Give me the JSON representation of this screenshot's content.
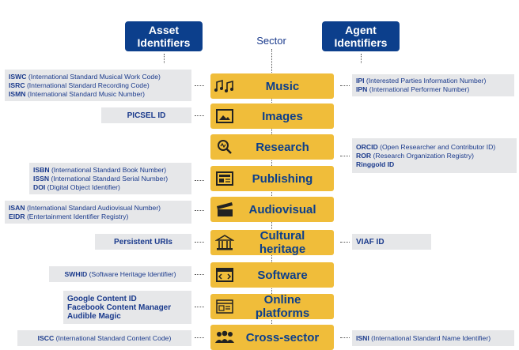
{
  "headers": {
    "asset": "Asset Identifiers",
    "asset_line1": "Asset",
    "asset_line2": "Identifiers",
    "sector": "Sector",
    "agent_line1": "Agent",
    "agent_line2": "Identifiers"
  },
  "sectors": [
    {
      "label": "Music",
      "icon": "music-notes-icon"
    },
    {
      "label": "Images",
      "icon": "picture-icon"
    },
    {
      "label": "Research",
      "icon": "magnifier-icon"
    },
    {
      "label": "Publishing",
      "icon": "newspaper-icon"
    },
    {
      "label": "Audiovisual",
      "icon": "clapperboard-icon"
    },
    {
      "label": "Cultural heritage",
      "icon": "museum-icon"
    },
    {
      "label": "Software",
      "icon": "code-window-icon"
    },
    {
      "label": "Online platforms",
      "icon": "browser-window-icon"
    },
    {
      "label": "Cross-sector",
      "icon": "people-group-icon"
    }
  ],
  "asset_identifiers": {
    "music": [
      {
        "code": "ISWC",
        "desc": "(International Standard Musical Work Code)"
      },
      {
        "code": "ISRC",
        "desc": "(International Standard Recording Code)"
      },
      {
        "code": "ISMN",
        "desc": "(International Standard Music Number)"
      }
    ],
    "images": [
      {
        "code": "PICSEL ID",
        "desc": ""
      }
    ],
    "publishing": [
      {
        "code": "ISBN",
        "desc": "(International Standard Book Number)"
      },
      {
        "code": "ISSN",
        "desc": "(International Standard Serial Number)"
      },
      {
        "code": "DOI",
        "desc": "(Digital Object Identifier)"
      }
    ],
    "audiovisual": [
      {
        "code": "ISAN",
        "desc": "(International Standard Audiovisual Number)"
      },
      {
        "code": "EIDR",
        "desc": "(Entertainment Identifier Registry)"
      }
    ],
    "cultural_heritage": [
      {
        "code": "Persistent URIs",
        "desc": ""
      }
    ],
    "software": [
      {
        "code": "SWHID",
        "desc": "(Software Heritage Identifier)"
      }
    ],
    "online_platforms": [
      {
        "code": "Google Content ID",
        "desc": ""
      },
      {
        "code": "Facebook Content Manager",
        "desc": ""
      },
      {
        "code": "Audible Magic",
        "desc": ""
      }
    ],
    "cross_sector": [
      {
        "code": "ISCC",
        "desc": "(International Standard Content Code)"
      }
    ]
  },
  "agent_identifiers": {
    "music": [
      {
        "code": "IPI",
        "desc": "(Interested Parties Information Number)"
      },
      {
        "code": "IPN",
        "desc": "(International Performer Number)"
      }
    ],
    "research": [
      {
        "code": "ORCID",
        "desc": "(Open Researcher and Contributor ID)"
      },
      {
        "code": "ROR",
        "desc": "(Research Organization Registry)"
      },
      {
        "code": "Ringgold ID",
        "desc": ""
      }
    ],
    "cultural_heritage": [
      {
        "code": "VIAF ID",
        "desc": ""
      }
    ],
    "cross_sector": [
      {
        "code": "ISNI",
        "desc": "(International Standard Name Identifier)"
      }
    ]
  }
}
